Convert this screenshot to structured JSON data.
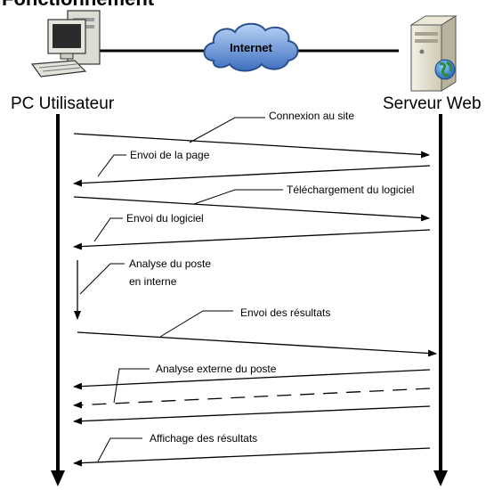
{
  "title": "Fonctionnement",
  "internet_label": "Internet",
  "client_label": "PC Utilisateur",
  "server_label": "Serveur Web",
  "messages": [
    "Connexion au site",
    "Envoi de la page",
    "Téléchargement du logiciel",
    "Envoi du logiciel",
    "Analyse du poste",
    "en interne",
    "Envoi des résultats",
    "Analyse externe du poste",
    "Affichage des résultats"
  ],
  "icons": {
    "client": "desktop-computer-icon",
    "server": "web-server-icon",
    "network": "internet-cloud-icon"
  },
  "colors": {
    "cloud": "#4a78c6",
    "cloud_light": "#9cc0ef",
    "server_globe": "#2f8a36",
    "lines": "#000000"
  }
}
